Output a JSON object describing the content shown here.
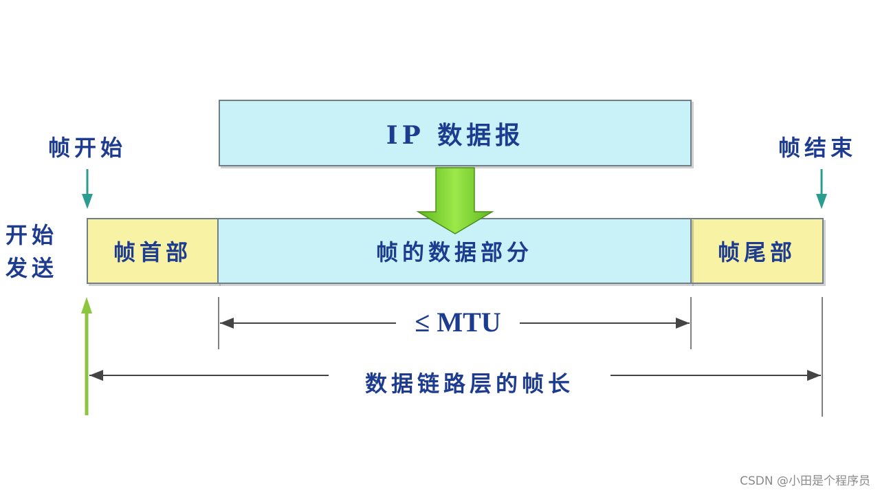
{
  "diagram": {
    "ip_datagram": "IP 数据报",
    "frame_header": "帧首部",
    "frame_data": "帧的数据部分",
    "frame_trailer": "帧尾部",
    "frame_start": "帧开始",
    "frame_end": "帧结束",
    "start_send_line1": "开始",
    "start_send_line2": "发送",
    "mtu": "≤ MTU",
    "frame_length": "数据链路层的帧长"
  },
  "watermark": "CSDN @小田是个程序员",
  "colors": {
    "text_blue": "#1e3c8f",
    "cyan_fill": "#c9f1f8",
    "yellow_fill": "#f8f3a4",
    "green_arrow": "#7ed321",
    "teal_arrow": "#2a9d8f",
    "dimension_line": "#555555"
  }
}
